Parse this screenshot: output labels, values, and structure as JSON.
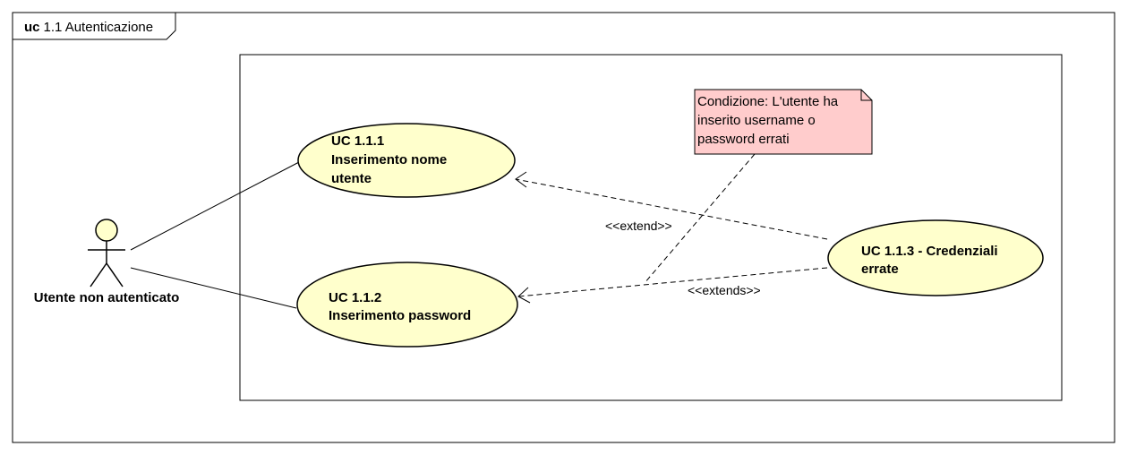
{
  "frame": {
    "keyword": "uc",
    "name": "1.1 Autenticazione"
  },
  "actor": {
    "name": "Utente non autenticato"
  },
  "use_cases": [
    {
      "id": "uc-1-1-1",
      "lines": [
        "UC 1.1.1",
        "Inserimento nome",
        "utente"
      ]
    },
    {
      "id": "uc-1-1-2",
      "lines": [
        "UC 1.1.2",
        "Inserimento password"
      ]
    },
    {
      "id": "uc-1-1-3",
      "lines": [
        "UC 1.1.3 - Credenziali",
        "errate"
      ]
    }
  ],
  "relationships": {
    "extend_1": "<<extend>>",
    "extend_2": "<<extends>>"
  },
  "note": {
    "lines": [
      "Condizione: L'utente ha",
      "inserito username o",
      "password errati"
    ]
  },
  "colors": {
    "use_case_fill": "#FFFFCC",
    "actor_fill": "#FFFFCC",
    "note_fill": "#FFCCCC",
    "stroke": "#000000"
  }
}
